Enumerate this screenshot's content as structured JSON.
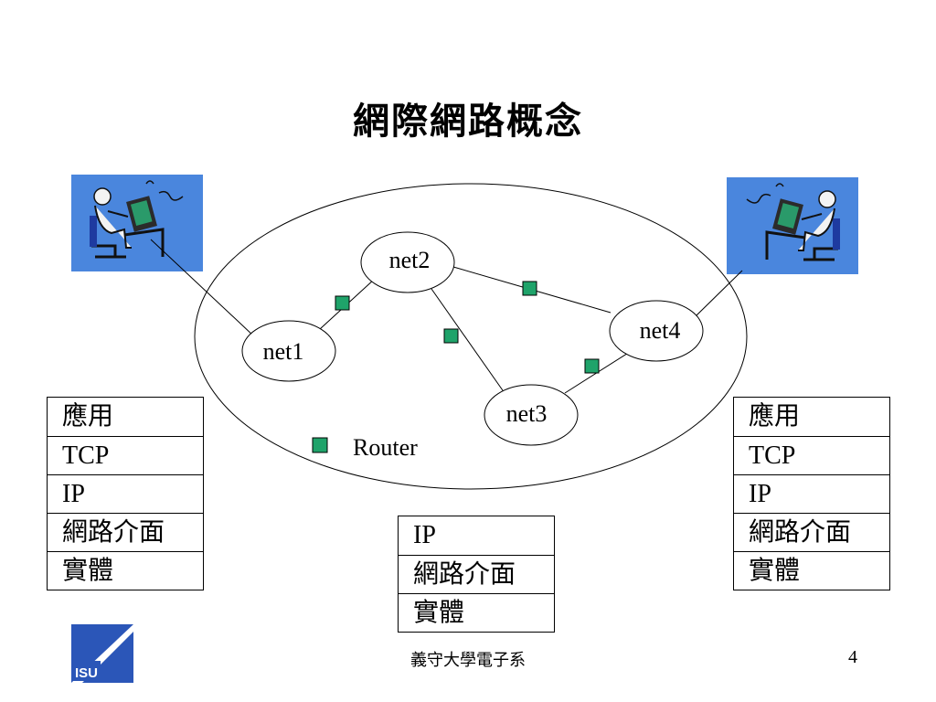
{
  "slide": {
    "title": "網際網路概念",
    "footer": "義守大學電子系",
    "page_number": "4"
  },
  "diagram": {
    "nodes": [
      {
        "id": "net1",
        "label": "net1"
      },
      {
        "id": "net2",
        "label": "net2"
      },
      {
        "id": "net3",
        "label": "net3"
      },
      {
        "id": "net4",
        "label": "net4"
      }
    ],
    "links": [
      {
        "from": "net1",
        "to": "net2",
        "via": "router"
      },
      {
        "from": "net2",
        "to": "net4",
        "via": "router"
      },
      {
        "from": "net2",
        "to": "net3",
        "via": "router"
      },
      {
        "from": "net3",
        "to": "net4",
        "via": "router"
      },
      {
        "from": "left-host",
        "to": "net1"
      },
      {
        "from": "right-host",
        "to": "net4"
      }
    ],
    "legend": {
      "symbol": "router-square",
      "label": "Router"
    },
    "router_color": "#1fa36a"
  },
  "stacks": {
    "left": [
      "應用",
      "TCP",
      "IP",
      "網路介面",
      "實體"
    ],
    "middle": [
      "IP",
      "網路介面",
      "實體"
    ],
    "right": [
      "應用",
      "TCP",
      "IP",
      "網路介面",
      "實體"
    ]
  },
  "icons": {
    "left_host": "person-at-computer-icon",
    "right_host": "person-at-computer-icon",
    "logo": "isu-logo"
  },
  "logo": {
    "text": "ISU"
  }
}
